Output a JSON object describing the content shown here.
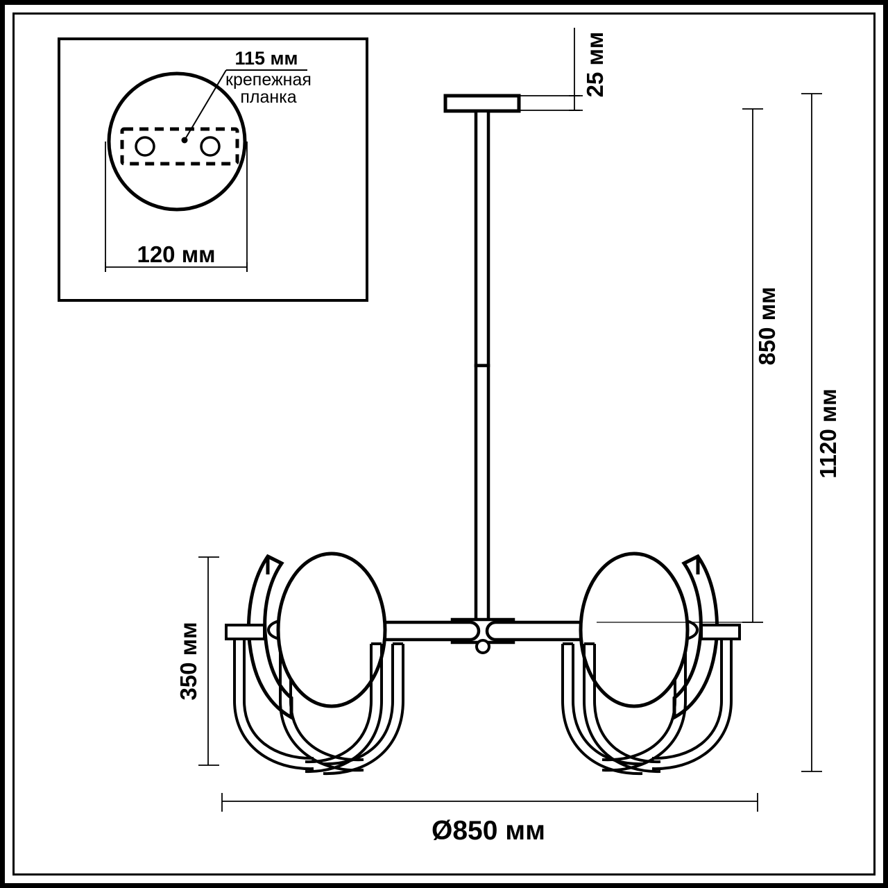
{
  "drawing": {
    "title": "chandelier-technical-dimension-drawing",
    "units": "мм",
    "line_color": "#000000",
    "background_color": "#ffffff",
    "frame": {
      "outer_border_color": "#000000",
      "inner_line_color": "#000000"
    }
  },
  "inset": {
    "name": "ceiling-canopy-top-view",
    "callout_label": "115 мм",
    "callout_note_line1": "крепежная",
    "callout_note_line2": "планка",
    "width_dimension": "120 мм"
  },
  "dimensions": {
    "canopy_height": "25 мм",
    "drop_to_arms": "850 мм",
    "total_height": "1120 мм",
    "fixture_height": "350 мм",
    "overall_diameter": "Ø850 мм"
  }
}
